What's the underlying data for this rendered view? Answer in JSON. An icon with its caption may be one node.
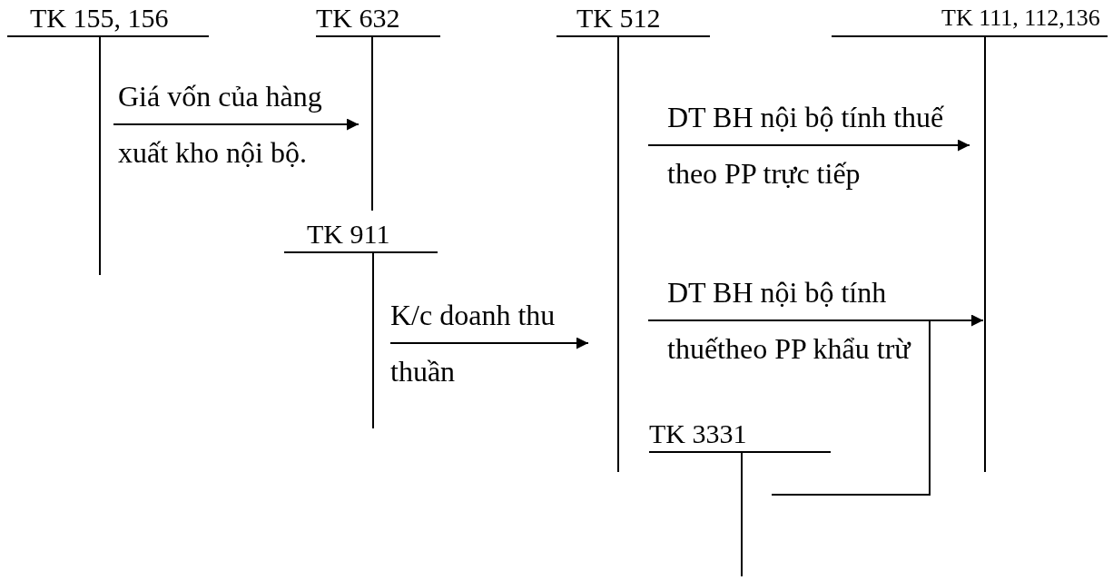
{
  "diagram": {
    "nodes": [
      {
        "text": [
          "TK 155, 156"
        ]
      },
      {
        "text": [
          "TK 632"
        ]
      },
      {
        "text": [
          "TK 512"
        ]
      },
      {
        "text": [
          "TK 111, 112,136"
        ]
      },
      {
        "text": [
          "TK 911"
        ]
      },
      {
        "text": [
          "TK 3331"
        ]
      }
    ],
    "edges": [
      {
        "from": 0,
        "to": 1,
        "arrow": "to",
        "label": "Giá vốn của hàng xuất kho nội bộ."
      },
      {
        "from": 2,
        "to": 3,
        "arrow": "to",
        "label": "DT BH nội bộ tính thuế theo PP trực tiếp"
      },
      {
        "from": 4,
        "to": 2,
        "arrow": "to",
        "label": "K/c doanh thu thuần"
      },
      {
        "from": 2,
        "to": 3,
        "arrow": "to",
        "label": "DT BH nội bộ tính thuếtheo PP khẩu trừ"
      },
      {
        "from": 2,
        "to": 5,
        "arrow": "none"
      }
    ]
  }
}
